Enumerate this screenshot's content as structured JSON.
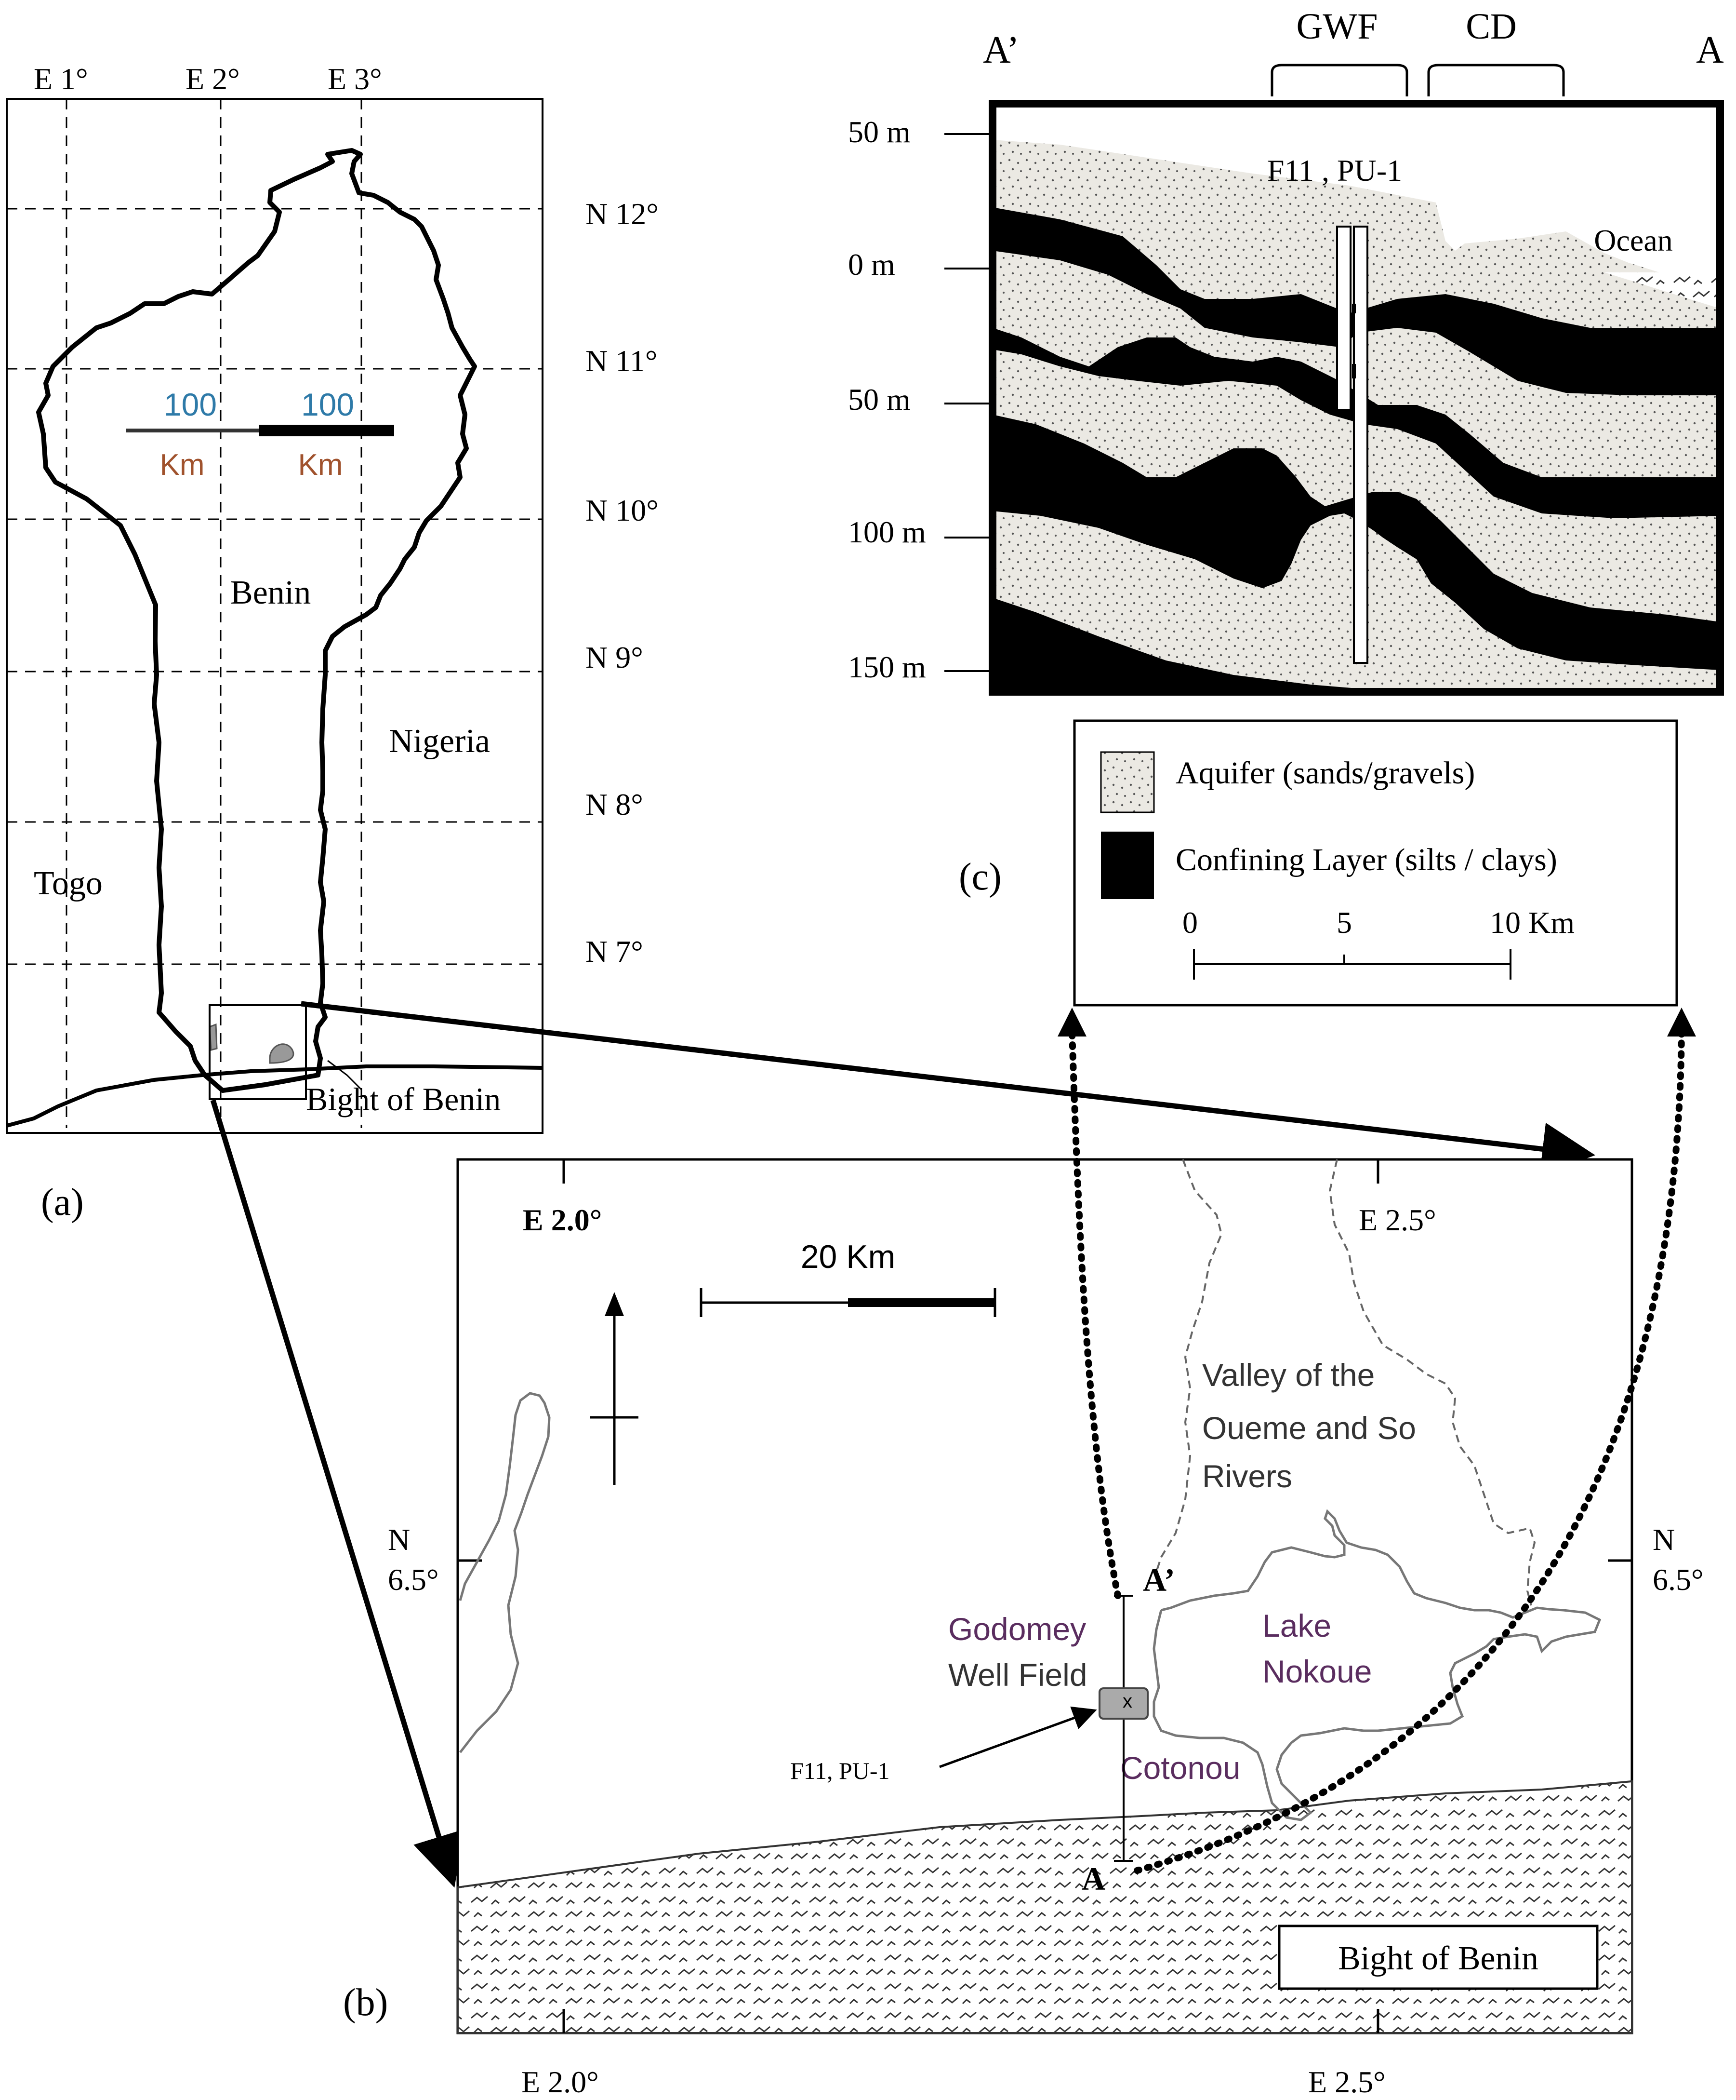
{
  "panel_labels": {
    "a": "(a)",
    "b": "(b)",
    "c": "(c)"
  },
  "map_a": {
    "longitudes": [
      "E 1°",
      "E 2°",
      "E 3°"
    ],
    "latitudes": [
      "N 12°",
      "N 11°",
      "N 10°",
      "N 9°",
      "N 8°",
      "N 7°"
    ],
    "scale_left_value": "100",
    "scale_left_unit": "Km",
    "scale_right_value": "100",
    "scale_right_unit": "Km",
    "countries": {
      "benin": "Benin",
      "nigeria": "Nigeria",
      "togo": "Togo"
    },
    "sea": "Bight of Benin"
  },
  "map_b": {
    "lon_left_top": "E 2.0°",
    "lon_right_top": "E 2.5°",
    "lon_left_bottom": "E 2.0°",
    "lon_right_bottom": "E 2.5°",
    "lat_left": [
      "N",
      "6.5°"
    ],
    "lat_right": [
      "N",
      "6.5°"
    ],
    "scale": "20 Km",
    "valley": [
      "Valley of the",
      "Oueme and So",
      "Rivers"
    ],
    "lake": [
      "Lake",
      "Nokoue"
    ],
    "well_field": [
      "Godomey",
      "Well Field"
    ],
    "city": "Cotonou",
    "well_label": "F11, PU-1",
    "well_mark": "x",
    "section_top": "A’",
    "section_bottom": "A",
    "sea": "Bight of Benin"
  },
  "cross_section": {
    "left_end": "A’",
    "right_end": "A",
    "bracket_left": "GWF",
    "bracket_right": "CD",
    "depths": [
      "50 m",
      "0 m",
      "50 m",
      "100 m",
      "150 m"
    ],
    "well_label": "F11 , PU-1",
    "ocean": "Ocean"
  },
  "legend": {
    "aquifer": "Aquifer (sands/gravels)",
    "confining": "Confining Layer (silts / clays)",
    "scale_ticks": [
      "0",
      "5",
      "10 Km"
    ],
    "colors": {
      "aquifer": "#ebe9e3",
      "confining": "#000000"
    }
  }
}
